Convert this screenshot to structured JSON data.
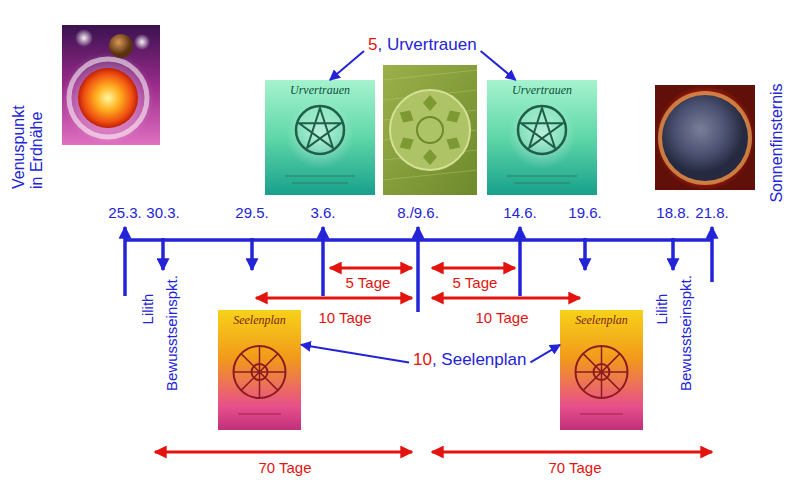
{
  "diagram": {
    "nodes": [
      {
        "text": [
          "5",
          ", Urvertrauen"
        ]
      },
      {
        "text": [
          "Urvertrauen"
        ]
      },
      {
        "text": [
          "Urvertrauen"
        ]
      },
      {
        "text": [
          "10",
          ", Seelenplan"
        ]
      },
      {
        "text": [
          "Seelenplan"
        ]
      },
      {
        "text": [
          "Seelenplan"
        ]
      }
    ],
    "edges": [
      {
        "from": 0,
        "to": 1,
        "arrow": "to"
      },
      {
        "from": 0,
        "to": 2,
        "arrow": "to"
      },
      {
        "from": 3,
        "to": 4,
        "arrow": "to"
      },
      {
        "from": 3,
        "to": 5,
        "arrow": "to"
      }
    ],
    "labels": [
      "Venuspunkt in Erdnähe",
      "Sonnenfinsternis",
      "25.3.",
      "30.3.",
      "29.5.",
      "3.6.",
      "8./9.6.",
      "14.6.",
      "19.6.",
      "18.8.",
      "21.8.",
      "5 Tage",
      "5 Tage",
      "10 Tage",
      "10 Tage",
      "Lilith",
      "Bewusstseinspkt.",
      "Lilith",
      "Bewusstseinspkt.",
      "70 Tage",
      "70 Tage"
    ]
  }
}
